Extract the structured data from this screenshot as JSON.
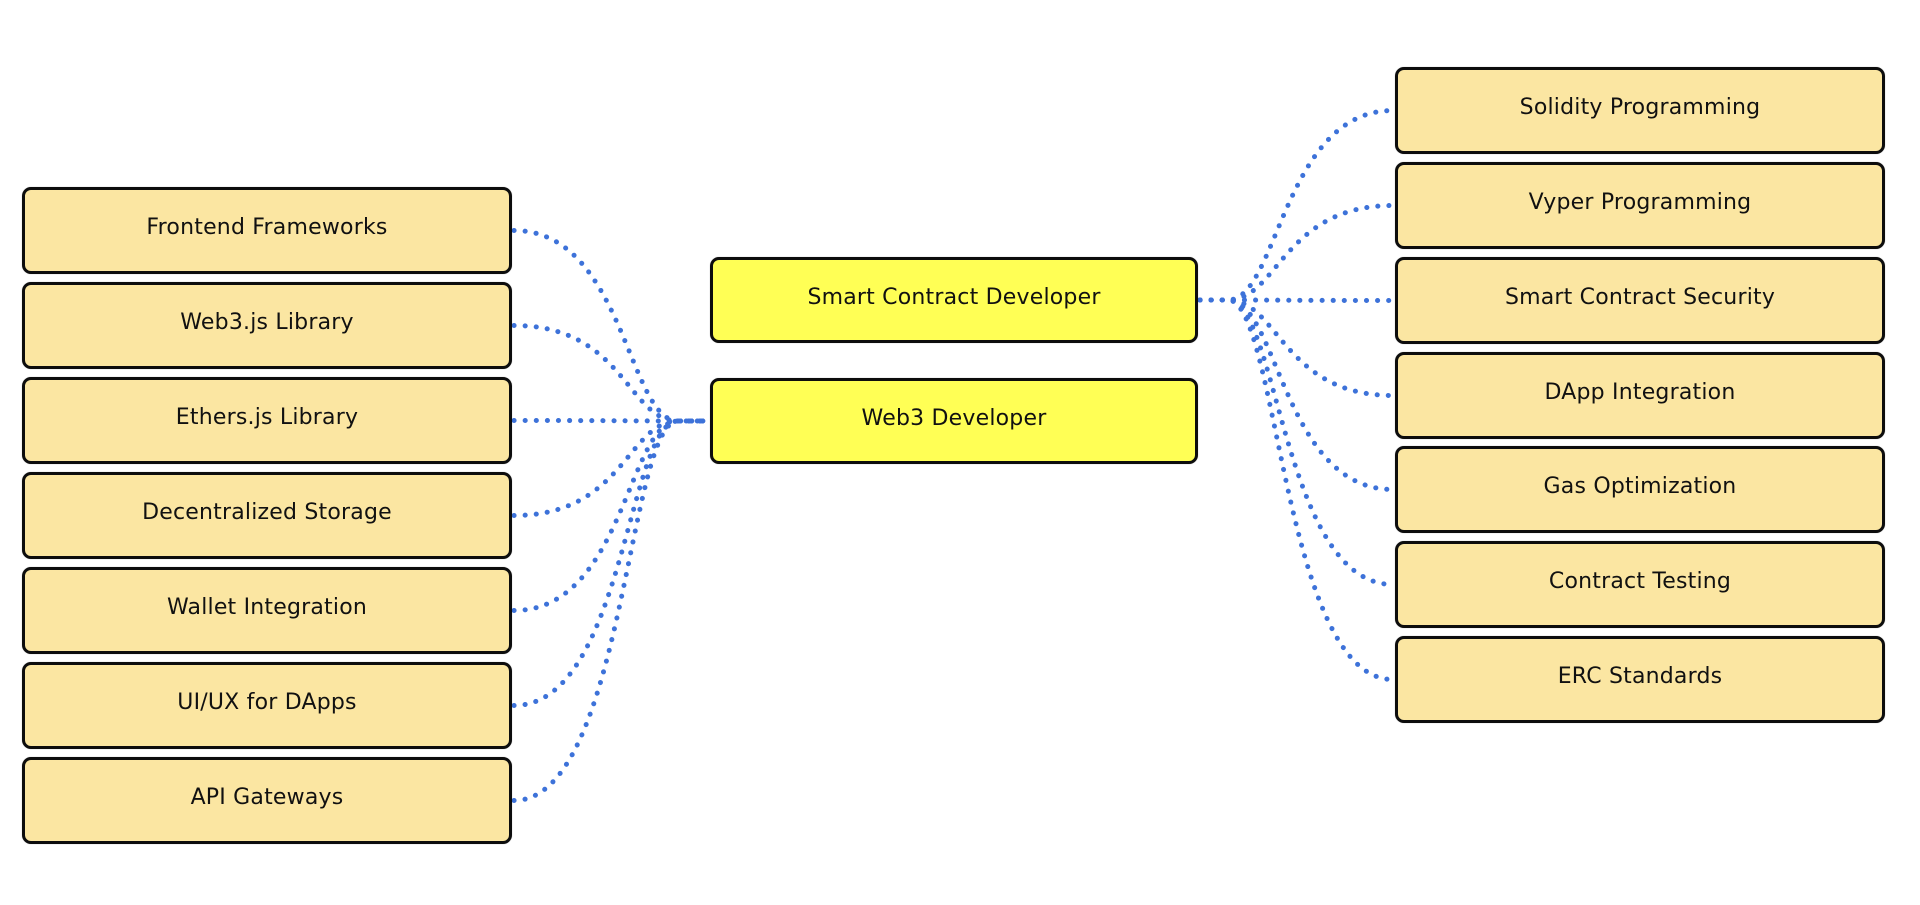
{
  "diagram": {
    "type": "mind-map",
    "edge_color": "#3d72d9",
    "node_colors": {
      "role": "#ffff55",
      "skill": "#fbe6a2",
      "border": "#0d0d0d"
    },
    "roles": [
      {
        "id": "smart-contract-developer",
        "label": "Smart Contract Developer"
      },
      {
        "id": "web3-developer",
        "label": "Web3 Developer"
      }
    ],
    "left_skills": {
      "parent": "web3-developer",
      "items": [
        {
          "label": "Frontend Frameworks"
        },
        {
          "label": "Web3.js Library"
        },
        {
          "label": "Ethers.js Library"
        },
        {
          "label": "Decentralized Storage"
        },
        {
          "label": "Wallet Integration"
        },
        {
          "label": "UI/UX for DApps"
        },
        {
          "label": "API Gateways"
        }
      ]
    },
    "right_skills": {
      "parent": "smart-contract-developer",
      "items": [
        {
          "label": "Solidity Programming"
        },
        {
          "label": "Vyper Programming"
        },
        {
          "label": "Smart Contract Security"
        },
        {
          "label": "DApp Integration"
        },
        {
          "label": "Gas Optimization"
        },
        {
          "label": "Contract Testing"
        },
        {
          "label": "ERC Standards"
        }
      ]
    }
  }
}
